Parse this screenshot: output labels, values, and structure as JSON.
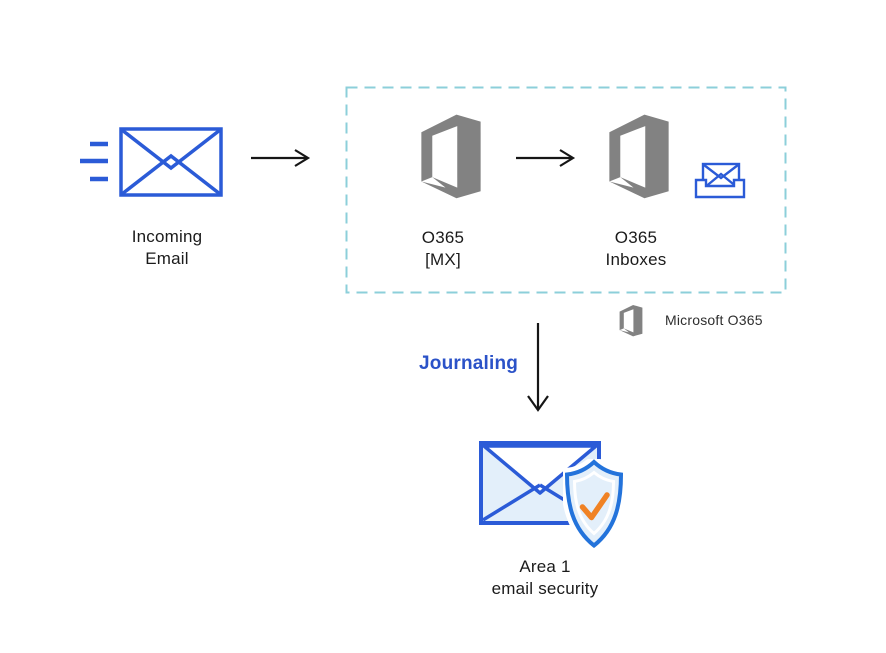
{
  "colors": {
    "blue": "#2B5BD7",
    "blue_light": "#E3EFFA",
    "teal_dash": "#8CCFDA",
    "gray_office": "#828282",
    "text": "#1B1B1B",
    "journaling": "#2B52C8",
    "orange_check": "#F08224",
    "shield_blue": "#2373DB",
    "arrow": "#161616"
  },
  "nodes": {
    "incoming_email": {
      "line1": "Incoming",
      "line2": "Email"
    },
    "o365_mx": {
      "line1": "O365",
      "line2": "[MX]"
    },
    "o365_inboxes": {
      "line1": "O365",
      "line2": "Inboxes"
    },
    "area1": {
      "line1": "Area 1",
      "line2": "email security"
    }
  },
  "labels": {
    "journaling": "Journaling",
    "legend": "Microsoft O365"
  },
  "icons": {
    "speed_lines": "speed-lines-icon",
    "incoming_email": "envelope-icon",
    "arrow_right": "arrow-right-icon",
    "office365": "office365-icon",
    "inbox": "inbox-tray-icon",
    "arrow_down": "arrow-down-icon",
    "secure_envelope": "envelope-icon",
    "shield_check": "shield-check-icon"
  }
}
